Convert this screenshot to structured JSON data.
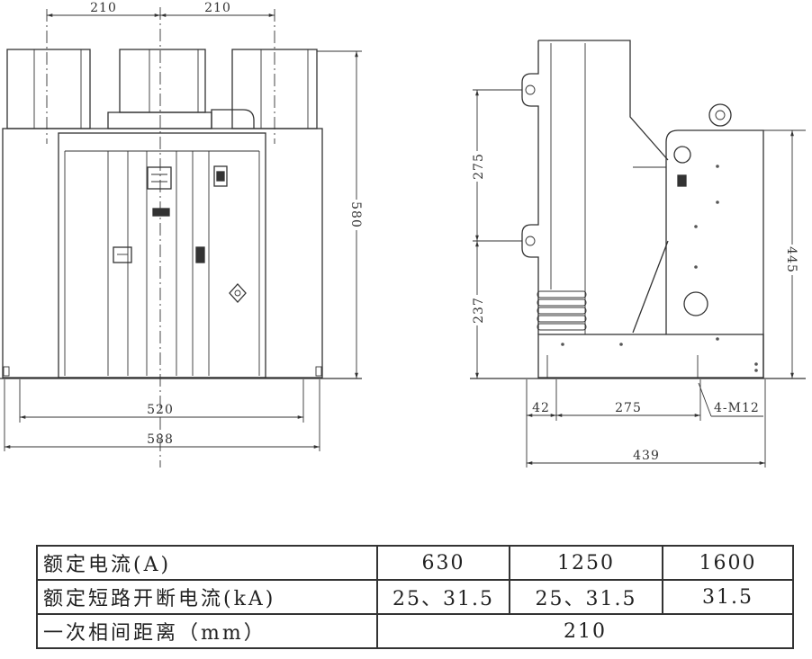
{
  "front_view": {
    "dim_top_left": "210",
    "dim_top_right": "210",
    "dim_height": "580",
    "dim_inner_width": "520",
    "dim_outer_width": "588"
  },
  "side_view": {
    "dim_upper": "275",
    "dim_lower": "237",
    "dim_height": "445",
    "dim_offset": "42",
    "dim_hole_spacing": "275",
    "bolt_spec": "4-M12",
    "dim_depth": "439"
  },
  "spec_table": {
    "rows": [
      {
        "label": "额定电流(A)",
        "values": [
          "630",
          "1250",
          "1600"
        ]
      },
      {
        "label": "额定短路开断电流(kA)",
        "values": [
          "25、31.5",
          "25、31.5",
          "31.5"
        ]
      },
      {
        "label": "一次相间距离（mm）",
        "values": [
          "210"
        ]
      }
    ]
  }
}
